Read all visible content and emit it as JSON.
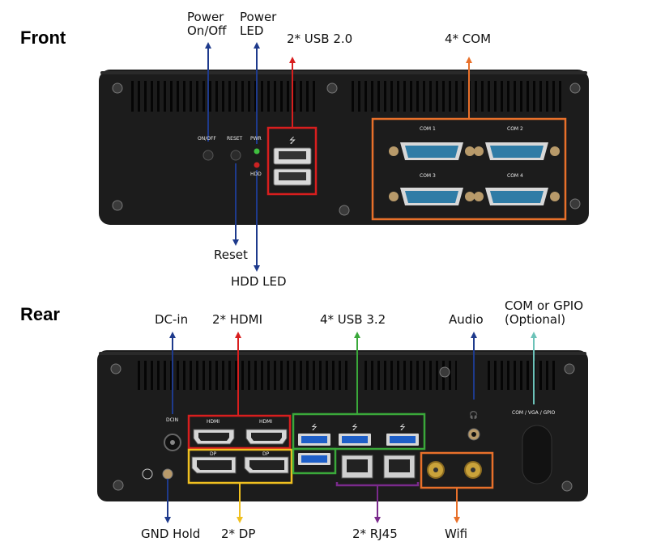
{
  "sections": {
    "front": "Front",
    "rear": "Rear"
  },
  "front_callouts": {
    "power_onoff": [
      "Power",
      "On/Off"
    ],
    "power_led": [
      "Power",
      "LED"
    ],
    "usb20": "2* USB 2.0",
    "com": "4* COM",
    "reset": "Reset",
    "hdd_led": "HDD LED"
  },
  "front_panel_text": {
    "onoff": "ON/OFF",
    "reset": "RESET",
    "pwr": "PWR",
    "hdd": "HDD",
    "com1": "COM 1",
    "com2": "COM 2",
    "com3": "COM 3",
    "com4": "COM 4"
  },
  "rear_callouts": {
    "dcin": "DC-in",
    "hdmi": "2* HDMI",
    "usb32": "4* USB 3.2",
    "audio": "Audio",
    "com_gpio": [
      "COM or GPIO",
      "(Optional)"
    ],
    "gnd": "GND Hold",
    "dp": "2* DP",
    "rj45": "2* RJ45",
    "wifi": "Wifi"
  },
  "rear_panel_text": {
    "dcin": "DCIN",
    "hdmi1": "HDMI",
    "hdmi2": "HDMI",
    "dp1": "DP",
    "dp2": "DP",
    "com_vga_gpio": "COM / VGA / GPIO"
  },
  "colors": {
    "blue": "#1e3a8c",
    "red": "#d81e1e",
    "orange": "#e8702a",
    "green": "#3aa83a",
    "yellow": "#f0c020",
    "purple": "#7a2a8c",
    "teal": "#6cc2b8",
    "panel": "#1c1c1c"
  }
}
